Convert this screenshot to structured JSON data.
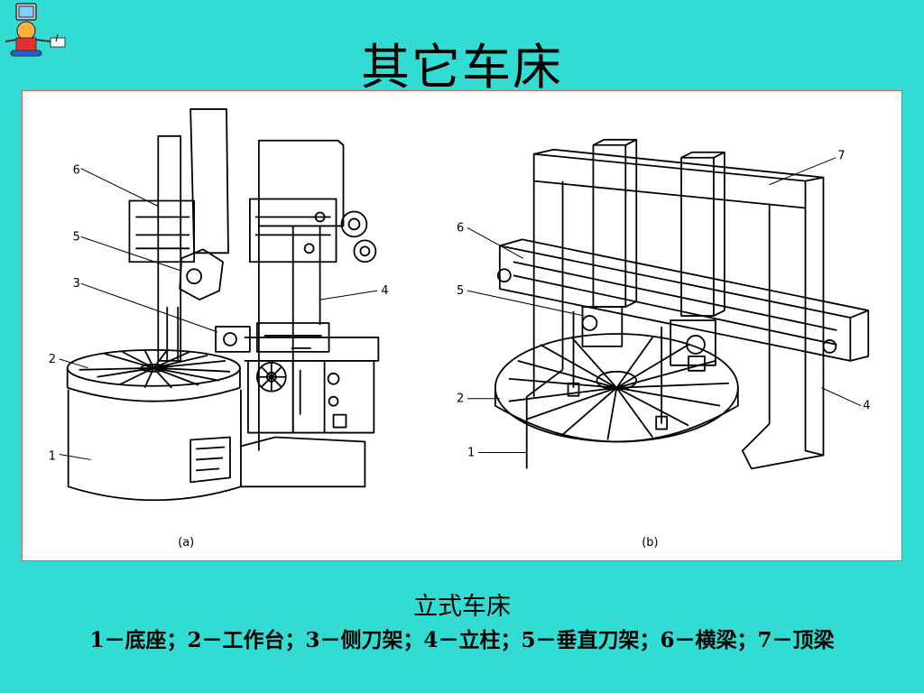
{
  "title": "其它车床",
  "figure": {
    "panel_a_label": "(a)",
    "panel_b_label": "(b)",
    "callouts_a": [
      "6",
      "5",
      "3",
      "4",
      "2",
      "1"
    ],
    "callouts_b": [
      "7",
      "6",
      "5",
      "2",
      "1",
      "4"
    ]
  },
  "caption": {
    "heading": "立式车床",
    "legend": "1－底座；2－工作台；3－侧刀架；4－立柱；5－垂直刀架；6－横梁；7－顶梁"
  }
}
